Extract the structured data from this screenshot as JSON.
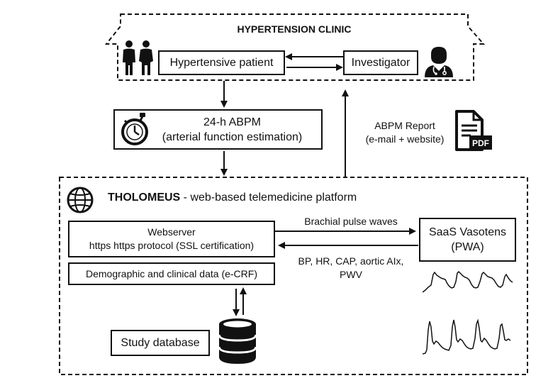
{
  "clinic": {
    "title": "HYPERTENSION CLINIC"
  },
  "nodes": {
    "patient": "Hypertensive patient",
    "investigator": "Investigator",
    "abpm_line1": "24-h ABPM",
    "abpm_line2": "(arterial function estimation)",
    "webserver_line1": "Webserver",
    "webserver_line2": "https https protocol (SSL certification)",
    "ecrf": "Demographic and clinical data (e-CRF)",
    "study_db": "Study database",
    "saas_line1": "SaaS Vasotens",
    "saas_line2": "(PWA)"
  },
  "report": {
    "line1": "ABPM Report",
    "line2": "(e-mail + website)",
    "pdf_badge": "PDF"
  },
  "platform": {
    "name": "THOLOMEUS",
    "description": " - web-based telemedicine platform"
  },
  "flows": {
    "to_saas": "Brachial pulse waves",
    "from_saas_line1": "BP, HR, CAP, aortic AIx,",
    "from_saas_line2": "PWV"
  },
  "icons": {
    "people": "people-icon",
    "doctor": "doctor-icon",
    "stopwatch": "stopwatch-icon",
    "pdf": "pdf-document-icon",
    "globe": "globe-icon",
    "database": "database-icon",
    "waveform": "pulse-waveform-icon"
  }
}
